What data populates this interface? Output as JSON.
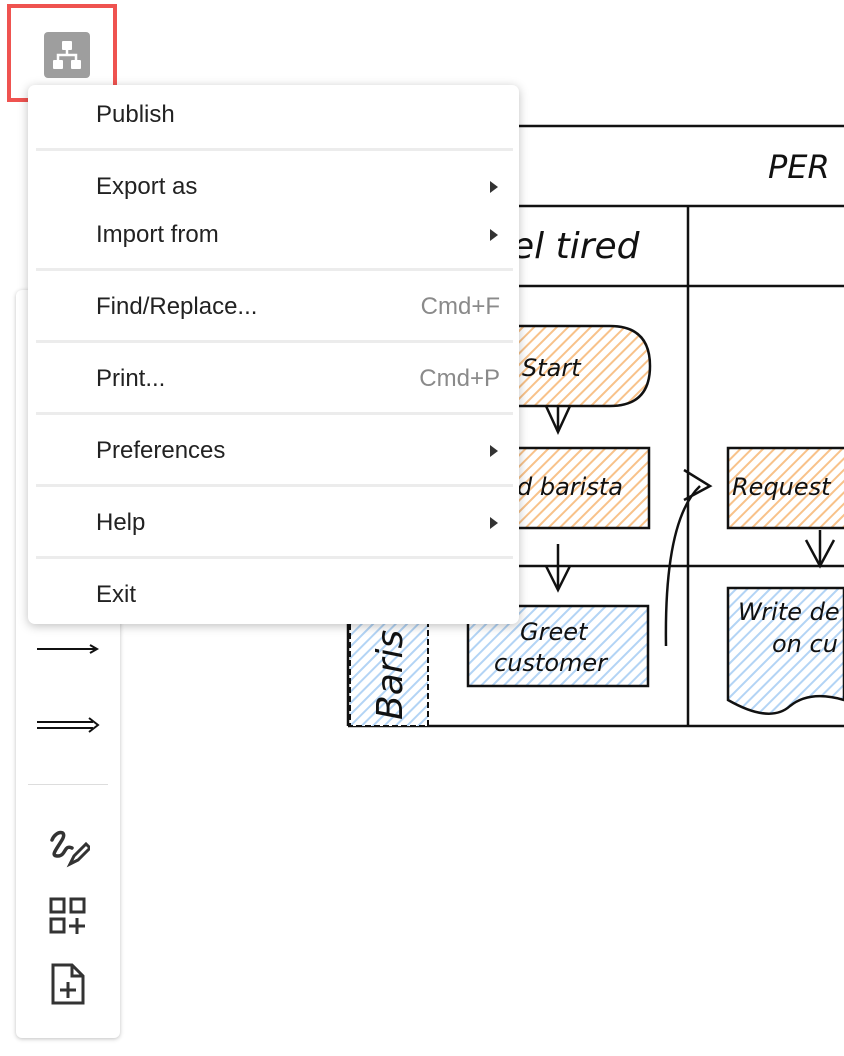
{
  "menu": {
    "items": [
      {
        "label": "Publish"
      },
      {
        "label": "Export as",
        "submenu": true
      },
      {
        "label": "Import from",
        "submenu": true
      },
      {
        "label": "Find/Replace...",
        "shortcut": "Cmd+F"
      },
      {
        "label": "Print...",
        "shortcut": "Cmd+P"
      },
      {
        "label": "Preferences",
        "submenu": true
      },
      {
        "label": "Help",
        "submenu": true
      },
      {
        "label": "Exit"
      }
    ]
  },
  "diagram": {
    "pool_title": "PER",
    "lane1_header": "el tired",
    "lane_label": "Baris",
    "shapes": {
      "start": "Start",
      "barista": "d barista",
      "request": "Request",
      "greet_line1": "Greet",
      "greet_line2": "customer",
      "write_line1": "Write de",
      "write_line2": "on cu"
    }
  },
  "toolbar": {
    "icons": [
      "arrow-icon",
      "double-arrow-icon",
      "freehand-draw-icon",
      "add-shape-library-icon",
      "new-page-icon"
    ]
  },
  "app_button": {
    "icon": "diagram-tree-icon",
    "highlight_color": "#ef5350"
  },
  "colors": {
    "orange_fill": "#f8c28a",
    "blue_fill": "#b3d4f5"
  }
}
